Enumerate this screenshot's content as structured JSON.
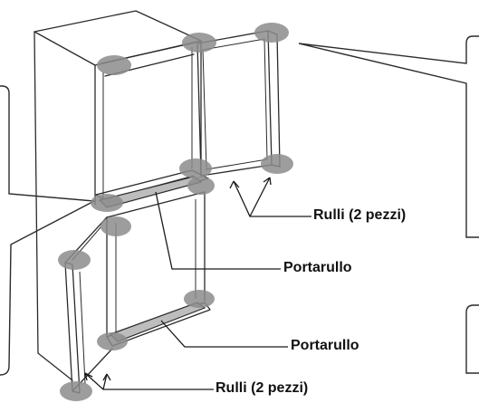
{
  "labels": {
    "rollers_upper": "Rulli (2 pezzi)",
    "roll_holder_upper": "Portarullo",
    "roll_holder_lower": "Portarullo",
    "rollers_lower": "Rulli (2 pezzi)"
  },
  "colors": {
    "line": "#2b2b2b",
    "spot": "#8c8c8c",
    "rail": "#bdbdbd",
    "background": "#ffffff"
  }
}
